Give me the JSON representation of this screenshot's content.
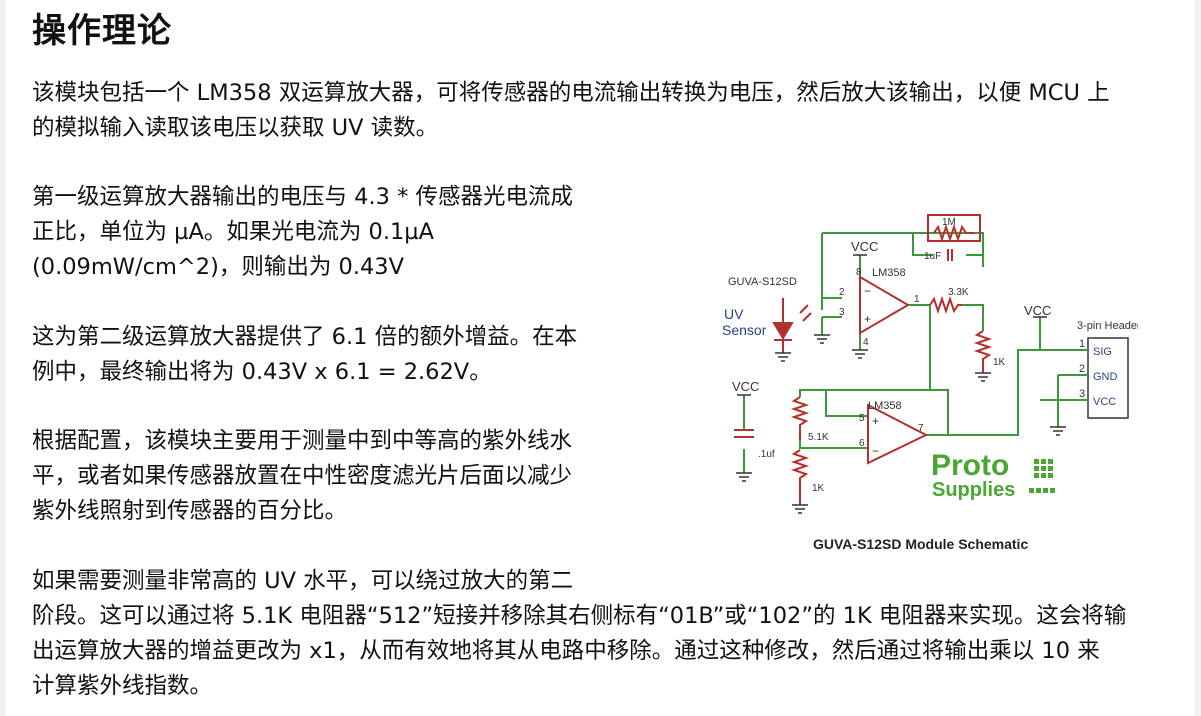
{
  "heading": "操作理论",
  "paragraphs": {
    "p1": [
      "该模块包括一个 LM358 双运算放大器，可将传感器的电流输出转换为电压，然后放大该输出，以便 MCU 上",
      "的模拟输入读取该电压以获取 UV 读数。"
    ],
    "p2": [
      "第一级运算放大器输出的电压与 4.3 * 传感器光电流成",
      "正比，单位为 µA。如果光电流为 0.1µA",
      "(0.09mW/cm^2)，则输出为 0.43V"
    ],
    "p3": [
      "这为第二级运算放大器提供了 6.1 倍的额外增益。在本",
      "例中，最终输出将为 0.43V x 6.1 = 2.62V。"
    ],
    "p4": [
      "根据配置，该模块主要用于测量中到中等高的紫外线水",
      "平，或者如果传感器放置在中性密度滤光片后面以减少",
      "紫外线照射到传感器的百分比。"
    ],
    "p5": [
      "如果需要测量非常高的 UV 水平，可以绕过放大的第二",
      "阶段。这可以通过将 5.1K 电阻器“512”短接并移除其右侧标有“01B”或“102”的 1K 电阻器来实现。这会将输",
      "出运算放大器的增益更改为 x1，从而有效地将其从电路中移除。通过这种修改，然后通过将输出乘以 10 来",
      "计算紫外线指数。"
    ]
  },
  "schematic": {
    "caption": "GUVA-S12SD Module Schematic",
    "sensor_part": "GUVA-S12SD",
    "sensor_label_1": "UV",
    "sensor_label_2": "Sensor",
    "opamp_1": "LM358",
    "opamp_2": "LM358",
    "vcc_1": "VCC",
    "vcc_2": "VCC",
    "vcc_3": "VCC",
    "r_feedback": "1M",
    "c_feedback": "1uF",
    "r_series": "3.3K",
    "r_load": "1K",
    "r_gain": "5.1K",
    "r_gain_ground": "1K",
    "c_bypass": ".1uf",
    "header_title": "3-pin Header",
    "header_pins": [
      "SIG",
      "GND",
      "VCC"
    ],
    "header_pin_numbers": [
      "1",
      "2",
      "3"
    ],
    "opamp1_pins": [
      "8",
      "2",
      "3",
      "4",
      "1"
    ],
    "opamp2_pins": [
      "5",
      "6",
      "7"
    ],
    "logo_1": "Proto",
    "logo_2": "Supplies",
    "colors": {
      "wire": "#3a9a3a",
      "component": "#b33030",
      "logo": "#4aa832",
      "label": "#2a3f8a"
    }
  }
}
